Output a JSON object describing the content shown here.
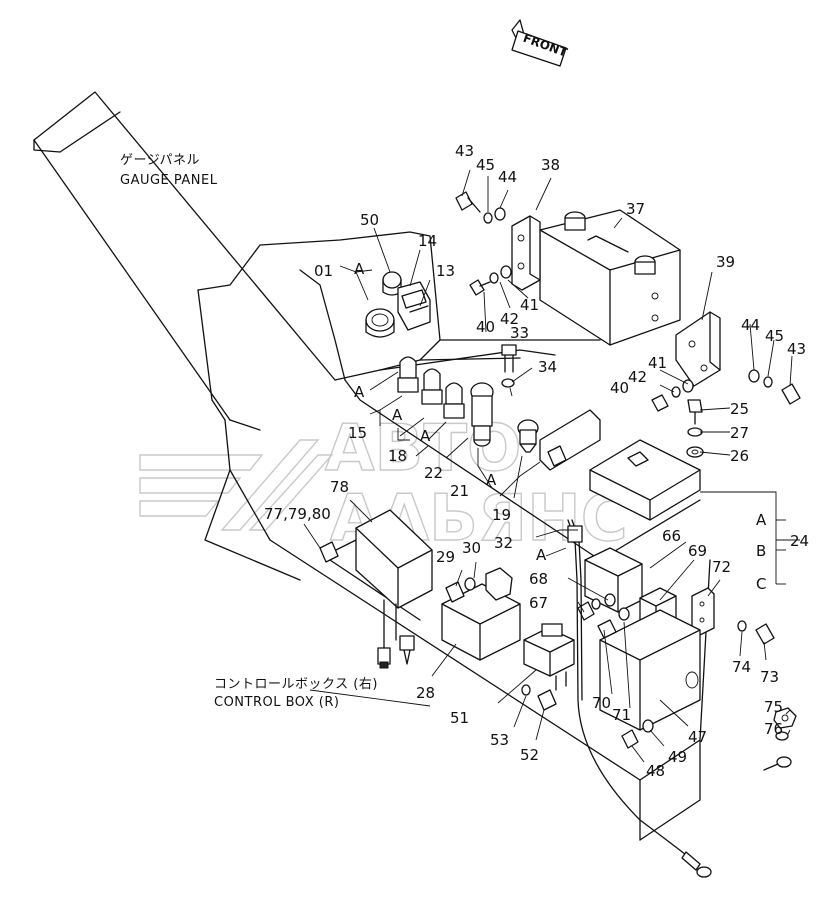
{
  "diagram": {
    "front_label": "FRONT",
    "watermark": {
      "line1": "ABTO",
      "line2": "ΑΛЬЯНС"
    },
    "captions": {
      "gauge_panel_jp": "ゲージパネル",
      "gauge_panel_en": "GAUGE PANEL",
      "control_box_jp": "コントロールボックス (右)",
      "control_box_en": "CONTROL BOX (R)"
    },
    "part_labels": {
      "p01": "01",
      "p13": "13",
      "p14": "14",
      "p15": "15",
      "p18": "18",
      "p19": "19",
      "p21": "21",
      "p22": "22",
      "p24": "24",
      "p25": "25",
      "p26": "26",
      "p27": "27",
      "p28": "28",
      "p29": "29",
      "p30": "30",
      "p32": "32",
      "p33": "33",
      "p34": "34",
      "p37": "37",
      "p38": "38",
      "p39": "39",
      "p40a": "40",
      "p40b": "40",
      "p41a": "41",
      "p41b": "41",
      "p42a": "42",
      "p42b": "42",
      "p43a": "43",
      "p43b": "43",
      "p44a": "44",
      "p44b": "44",
      "p45a": "45",
      "p45b": "45",
      "p47": "47",
      "p48": "48",
      "p49": "49",
      "p50": "50",
      "p51": "51",
      "p52": "52",
      "p53": "53",
      "p66": "66",
      "p67": "67",
      "p68": "68",
      "p69": "69",
      "p70": "70",
      "p71": "71",
      "p72": "72",
      "p73": "73",
      "p74": "74",
      "p75": "75",
      "p76": "76",
      "p77": "77,79,80",
      "p78": "78"
    },
    "ref_labels": {
      "a1": "A",
      "a2": "A",
      "a3": "A",
      "a4": "A",
      "a5": "A",
      "a6": "A",
      "b24a": "A",
      "b24b": "B",
      "b24c": "C"
    }
  }
}
